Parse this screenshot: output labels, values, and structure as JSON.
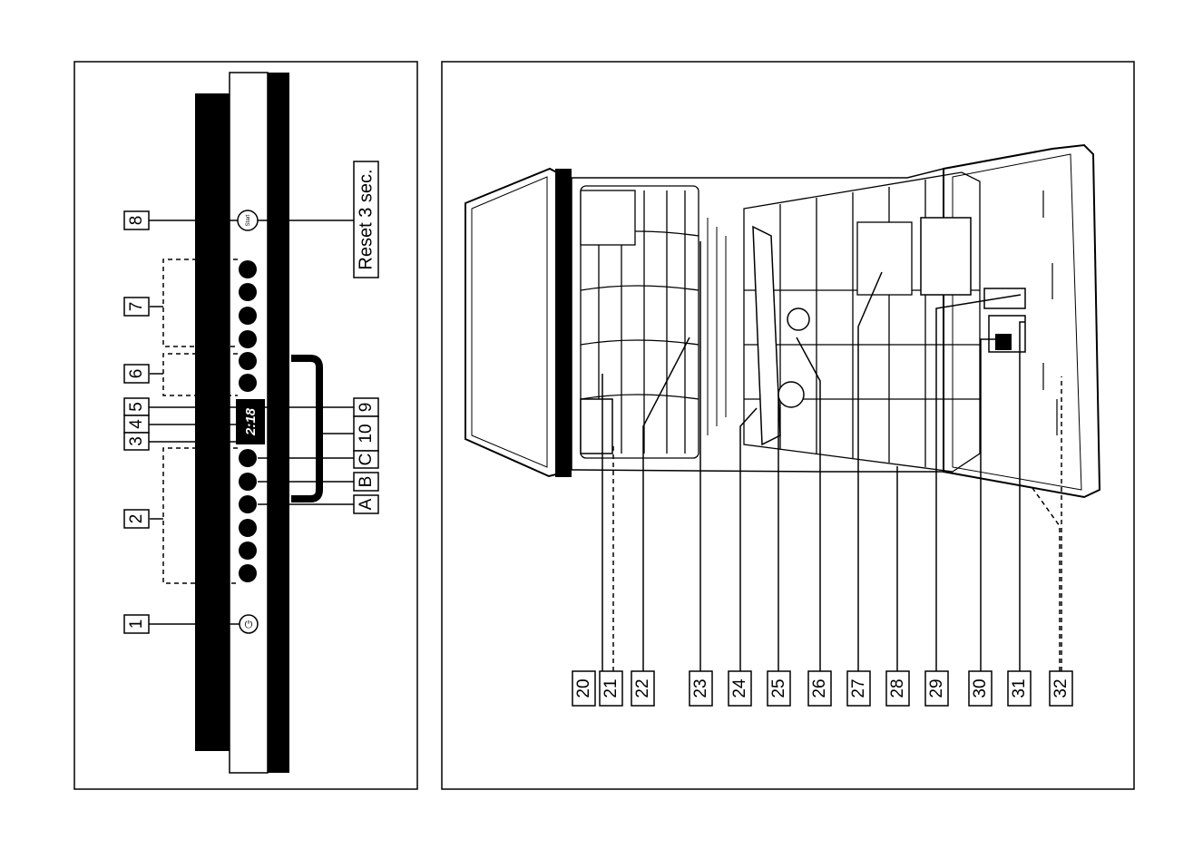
{
  "control_panel": {
    "callouts": [
      "1",
      "2",
      "3",
      "4",
      "5",
      "6",
      "7",
      "8",
      "9",
      "10",
      "A",
      "B",
      "C"
    ],
    "start_label": "Start",
    "reset_label": "Reset 3 sec.",
    "display_value": "2:18"
  },
  "interior": {
    "callouts": [
      "20",
      "21",
      "22",
      "23",
      "24",
      "25",
      "26",
      "27",
      "28",
      "29",
      "30",
      "31",
      "32"
    ]
  }
}
